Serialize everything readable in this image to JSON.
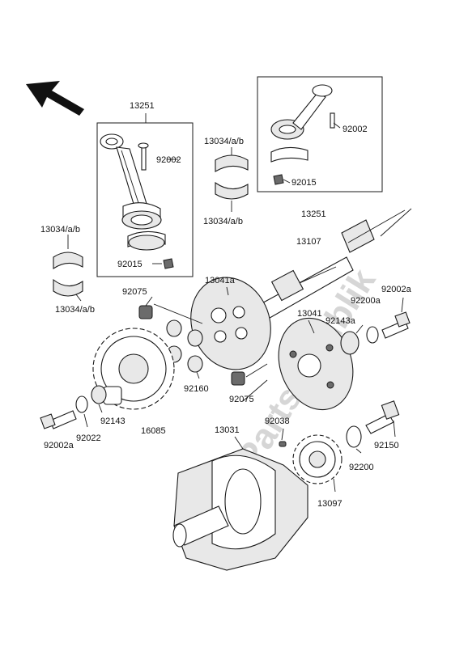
{
  "watermark": "Partsrepublik",
  "callouts": {
    "c13251_top": "13251",
    "c13251_right": "13251",
    "c92002_left": "92002",
    "c92002_right": "92002",
    "c92015_left": "92015",
    "c92015_right": "92015",
    "c13034_mid_top": "13034/a/b",
    "c13034_mid_bot": "13034/a/b",
    "c13034_left_top": "13034/a/b",
    "c13034_left_bot": "13034/a/b",
    "c13107": "13107",
    "c13041a": "13041a",
    "c92075_top": "92075",
    "c92075_bot": "92075",
    "c13041": "13041",
    "c92143a": "92143a",
    "c92200a": "92200a",
    "c92002a_right": "92002a",
    "c92160": "92160",
    "c92143": "92143",
    "c92022": "92022",
    "c16085": "16085",
    "c92002a_left": "92002a",
    "c13031": "13031",
    "c92038": "92038",
    "c92150": "92150",
    "c92200": "92200",
    "c13097": "13097"
  }
}
